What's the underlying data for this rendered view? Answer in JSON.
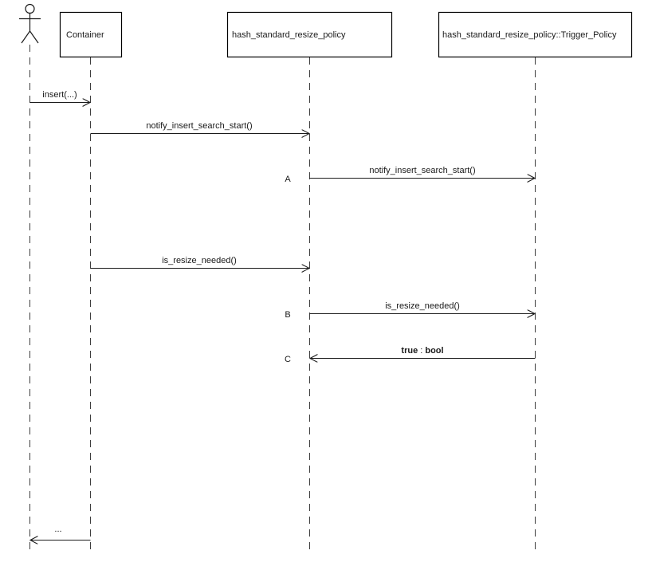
{
  "diagram": {
    "type": "uml-sequence",
    "colors": {
      "background": "#ffffff",
      "line": "#1a1a1a",
      "lifeline": "#3d3d3d",
      "box_border": "#000000",
      "box_fill": "#ffffff",
      "text": "#1a1a1a"
    },
    "actor": {
      "name": "user"
    },
    "participants": [
      {
        "label": "Container"
      },
      {
        "label": "hash_standard_resize_policy"
      },
      {
        "label": "hash_standard_resize_policy::Trigger_Policy"
      }
    ],
    "messages": [
      {
        "marker": "",
        "label": "insert(...)",
        "from": "actor",
        "to": "Container"
      },
      {
        "marker": "",
        "label": "notify_insert_search_start()",
        "from": "Container",
        "to": "hash_standard_resize_policy"
      },
      {
        "marker": "A",
        "label": "notify_insert_search_start()",
        "from": "hash_standard_resize_policy",
        "to": "hash_standard_resize_policy::Trigger_Policy"
      },
      {
        "marker": "",
        "label": "is_resize_needed()",
        "from": "Container",
        "to": "hash_standard_resize_policy"
      },
      {
        "marker": "B",
        "label": "is_resize_needed()",
        "from": "hash_standard_resize_policy",
        "to": "hash_standard_resize_policy::Trigger_Policy"
      },
      {
        "marker": "C",
        "label_parts": [
          "true",
          " : ",
          "bool"
        ],
        "from": "hash_standard_resize_policy::Trigger_Policy",
        "to": "hash_standard_resize_policy"
      },
      {
        "marker": "",
        "label": "...",
        "from": "Container",
        "to": "actor"
      }
    ]
  }
}
